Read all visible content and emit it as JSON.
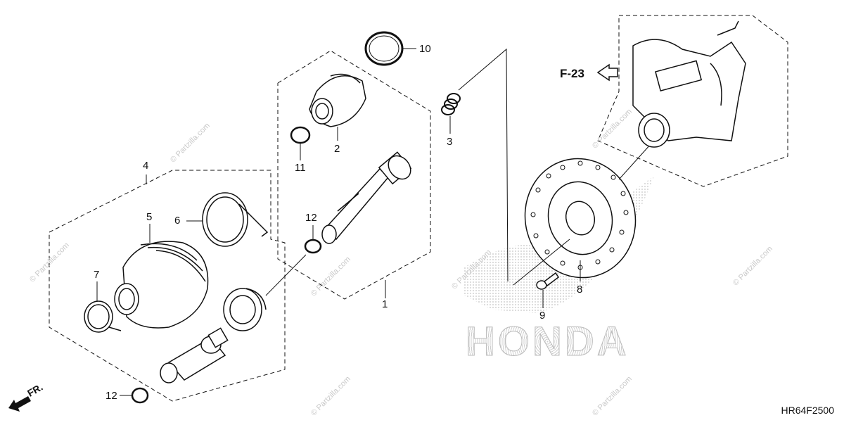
{
  "diagram": {
    "diagram_code": "HR64F2500",
    "reference_label": "F-23",
    "front_indicator": "FR.",
    "brand_watermark": "HONDA",
    "site_watermark": "© Partzilla.com",
    "callouts": [
      {
        "id": "c1",
        "label": "1"
      },
      {
        "id": "c2",
        "label": "2"
      },
      {
        "id": "c3",
        "label": "3"
      },
      {
        "id": "c4",
        "label": "4"
      },
      {
        "id": "c5",
        "label": "5"
      },
      {
        "id": "c6",
        "label": "6"
      },
      {
        "id": "c7",
        "label": "7"
      },
      {
        "id": "c8",
        "label": "8"
      },
      {
        "id": "c9",
        "label": "9"
      },
      {
        "id": "c10",
        "label": "10"
      },
      {
        "id": "c11",
        "label": "11"
      },
      {
        "id": "c12a",
        "label": "12"
      },
      {
        "id": "c12b",
        "label": "12"
      }
    ]
  }
}
